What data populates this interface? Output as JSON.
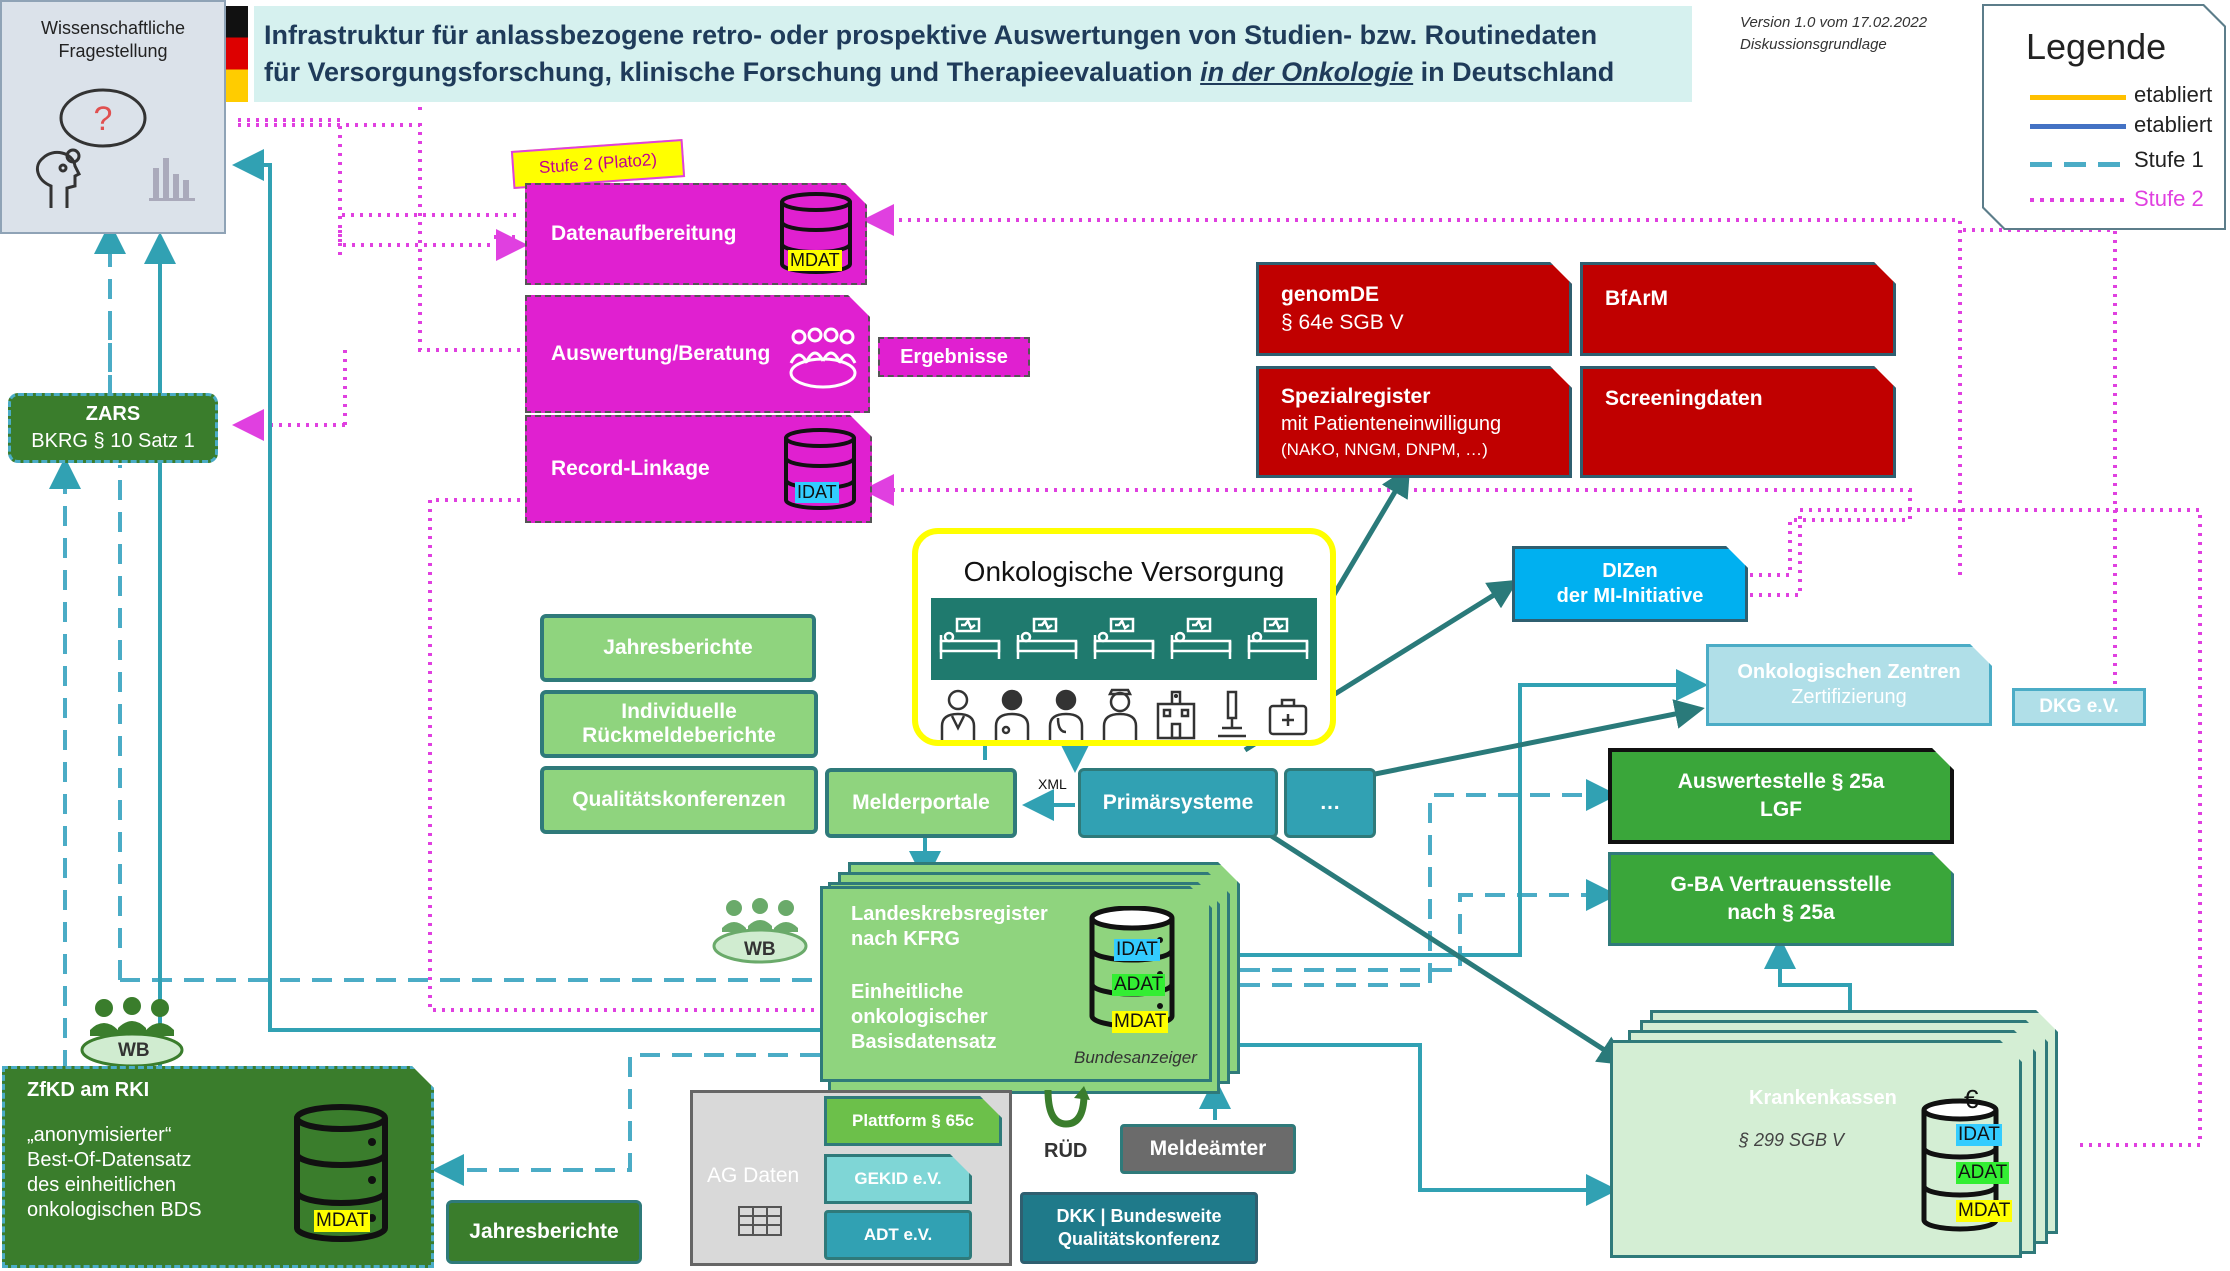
{
  "header": {
    "title_line1": "Infrastruktur für anlassbezogene retro- oder prospektive Auswertungen von Studien- bzw. Routinedaten",
    "title_line2_a": "für Versorgungsforschung, klinische Forschung und Therapieevaluation ",
    "title_line2_b": "in der Onkologie",
    "title_line2_c": " in Deutschland",
    "version": "Version 1.0 vom 17.02.2022",
    "subtitle": "Diskussionsgrundlage"
  },
  "question_box": {
    "line1": "Wissenschaftliche",
    "line2": "Fragestellung",
    "q_mark": "?"
  },
  "legend": {
    "title": "Legende",
    "items": [
      {
        "label": "etabliert",
        "color": "#ffc000"
      },
      {
        "label": "etabliert",
        "color": "#4472c4"
      },
      {
        "label": "Stufe 1",
        "color": "#4bacc6"
      },
      {
        "label": "Stufe 2",
        "color": "#e040e0"
      }
    ]
  },
  "plato": {
    "tag": "Stufe 2 (Plato2)",
    "datenaufbereitung": "Datenaufbereitung",
    "auswertung": "Auswertung/Beratung",
    "record_linkage": "Record-Linkage",
    "ergebnisse": "Ergebnisse",
    "mdat": "MDAT",
    "idat": "IDAT"
  },
  "red_boxes": {
    "genomde_1": "genomDE",
    "genomde_2": "§ 64e SGB V",
    "bfarm": "BfArM",
    "spezial_1": "Spezialregister",
    "spezial_2": "mit Patienteneinwilligung",
    "spezial_3": "(NAKO, NNGM, DNPM, …)",
    "screening": "Screeningdaten"
  },
  "zars": {
    "line1": "ZARS",
    "line2": "BKRG § 10 Satz 1"
  },
  "onko": {
    "title": "Onkologische Versorgung"
  },
  "dizen": {
    "line1": "DIZen",
    "line2": "der MI-Initiative"
  },
  "oz": {
    "line1": "Onkologischen Zentren",
    "line2": "Zertifizierung"
  },
  "dkg": "DKG e.V.",
  "green_left": {
    "jahresberichte": "Jahresberichte",
    "rueck_1": "Individuelle",
    "rueck_2": "Rückmeldeberichte",
    "qk": "Qualitätskonferenzen"
  },
  "melderportale": "Melderportale",
  "xml": "XML",
  "primaer": "Primärsysteme",
  "dots": "…",
  "auswerte": {
    "line1": "Auswertestelle § 25a",
    "line2": "LGF"
  },
  "gba": {
    "line1": "G-BA Vertrauensstelle",
    "line2": "nach  § 25a"
  },
  "lkr": {
    "line1": "Landeskrebsregister",
    "line2": "nach KFRG",
    "line3": "Einheitliche",
    "line4": "onkologischer",
    "line5": "Basisdatensatz",
    "bundesanzeiger": "Bundesanzeiger",
    "idat": "IDAT",
    "adat": "ADAT",
    "mdat": "MDAT"
  },
  "wb": "WB",
  "zfkd": {
    "wb": "WB",
    "title": "ZfKD am RKI",
    "l1": "„anonymisierter“",
    "l2": "Best-Of-Datensatz",
    "l3": "des einheitlichen",
    "l4": "onkologischen BDS",
    "mdat": "MDAT"
  },
  "jahresberichte_bottom": "Jahresberichte",
  "ag": {
    "label": "AG Daten",
    "plattform": "Plattform § 65c",
    "gekid": "GEKID e.V.",
    "adt": "ADT e.V."
  },
  "rued": "RÜD",
  "meldeaemter": "Meldeämter",
  "dkk": {
    "line1": "DKK | Bundesweite",
    "line2": "Qualitätskonferenz"
  },
  "kk": {
    "title": "Krankenkassen",
    "sgb": "§ 299 SGB V",
    "euro": "€",
    "idat": "IDAT",
    "adat": "ADAT",
    "mdat": "MDAT"
  }
}
